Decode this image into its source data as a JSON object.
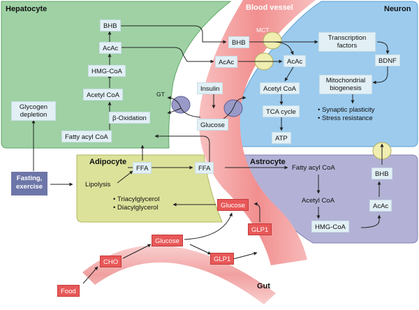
{
  "regions": {
    "hepatocyte": "Hepatocyte",
    "blood_vessel": "Blood vessel",
    "neuron": "Neuron",
    "adipocyte": "Adipocyte",
    "astrocyte": "Astrocyte",
    "gut": "Gut"
  },
  "hepatocyte": {
    "bhb": "BHB",
    "acac": "AcAc",
    "hmg_coa": "HMG-CoA",
    "acetyl_coa": "Acetyl CoA",
    "beta_oxidation": "β-Oxidation",
    "fatty_acyl_coa": "Fatty acyl CoA",
    "glycogen_depletion": "Glycogen depletion"
  },
  "transport": {
    "mct": "MCT",
    "gt": "GT",
    "insulin": "Insulin",
    "glucose": "Glucose"
  },
  "blood": {
    "bhb": "BHB",
    "acac": "AcAc",
    "ffa": "FFA",
    "glucose": "Glucose",
    "glp1": "GLP1"
  },
  "neuron": {
    "transcription_factors": "Transcription factors",
    "bdnf": "BDNF",
    "acac": "AcAc",
    "mito_biogenesis": "Mitochondrial biogenesis",
    "acetyl_coa": "Acetyl CoA",
    "tca_cycle": "TCA cycle",
    "atp": "ATP",
    "outcomes": [
      "Synaptic plasticity",
      "Stress resistance"
    ]
  },
  "adipocyte": {
    "ffa": "FFA",
    "lipolysis": "Lipolysis",
    "lipids": [
      "Triacylglycerol",
      "Diacylglycerol"
    ]
  },
  "trigger": {
    "fasting": "Fasting, exercise"
  },
  "astrocyte": {
    "fatty_acyl_coa": "Fatty acyl CoA",
    "acetyl_coa": "Acetyl CoA",
    "hmg_coa": "HMG-CoA",
    "acac": "AcAc",
    "bhb": "BHB"
  },
  "gut": {
    "cho": "CHO",
    "glucose": "Glucose",
    "glp1": "GLP1",
    "food": "Food"
  },
  "colors": {
    "hepatocyte_fill": "#9fd1a4",
    "neuron_fill": "#9ccbee",
    "adipocyte_fill": "#dce29a",
    "astrocyte_fill": "#b3b2d6",
    "vessel_fill": "#f3a1a1",
    "node_fill": "#e2f0f6",
    "red_node": "#e85858",
    "fasting_fill": "#6d76a8"
  }
}
